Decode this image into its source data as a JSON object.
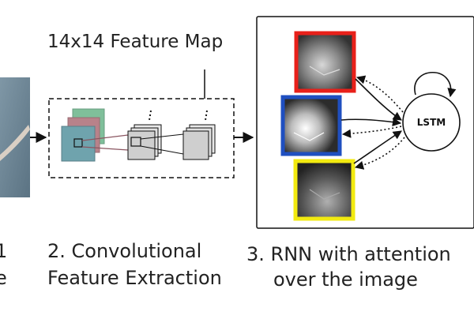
{
  "feature_map_title": "14x14 Feature Map",
  "lstm_label": "LSTM",
  "step1": {
    "line1": "1",
    "line2": "e"
  },
  "step2": {
    "line1": "2. Convolutional",
    "line2": "Feature Extraction"
  },
  "step3": {
    "line1": "3. RNN with attention",
    "line2": "over the image"
  },
  "colors": {
    "attention_frame_1": "#e8201a",
    "attention_frame_2": "#1f4fc0",
    "attention_frame_3": "#f2ea10",
    "conv_input_green": "#7fbf9a",
    "conv_input_red": "#b8828a",
    "conv_input_blue": "#6fa3ad"
  }
}
